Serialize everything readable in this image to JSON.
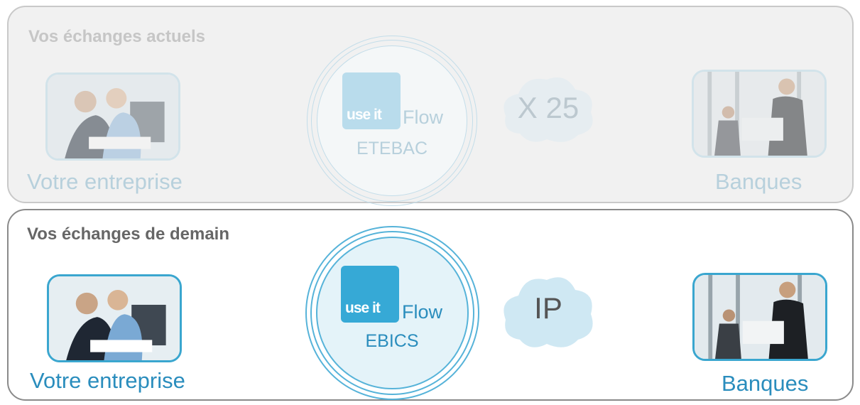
{
  "current": {
    "heading": "Vos échanges actuels",
    "company_label": "Votre entreprise",
    "logo_text": "use it",
    "logo_product": "Flow",
    "protocol": "ETEBAC",
    "network": "X 25",
    "banks_label": "Banques"
  },
  "future": {
    "heading": "Vos échanges de demain",
    "company_label": "Votre entreprise",
    "logo_text": "use it",
    "logo_product": "Flow",
    "protocol": "EBICS",
    "network": "IP",
    "banks_label": "Banques"
  },
  "colors": {
    "accent": "#2a8dbd",
    "logo_blue": "#36a9d6",
    "logo_blue_faded": "#b9dcec",
    "panel_current_bg": "#f1f1f1"
  }
}
